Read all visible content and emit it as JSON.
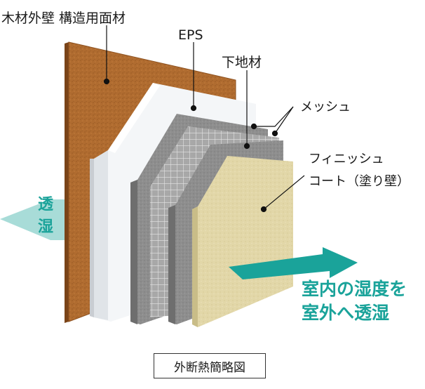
{
  "labels": {
    "wood_panel": "木材外壁 構造用面材",
    "eps": "EPS",
    "base_coat": "下地材",
    "mesh": "メッシュ",
    "finish_line1": "フィニッシュ",
    "finish_line2": "コート（塗り壁）"
  },
  "left_arrow_text": [
    "透",
    "湿"
  ],
  "right_arrow_text": [
    "室内の湿度を",
    "室外へ透湿"
  ],
  "caption": "外断熱簡略図",
  "colors": {
    "accent_teal": "#1aa39a",
    "teal_light": "#a8dcd8",
    "wood": "#b06c30",
    "eps": "#f4f6f8",
    "base_gray": "#8f8f8f",
    "finish": "#e2d7a8"
  }
}
